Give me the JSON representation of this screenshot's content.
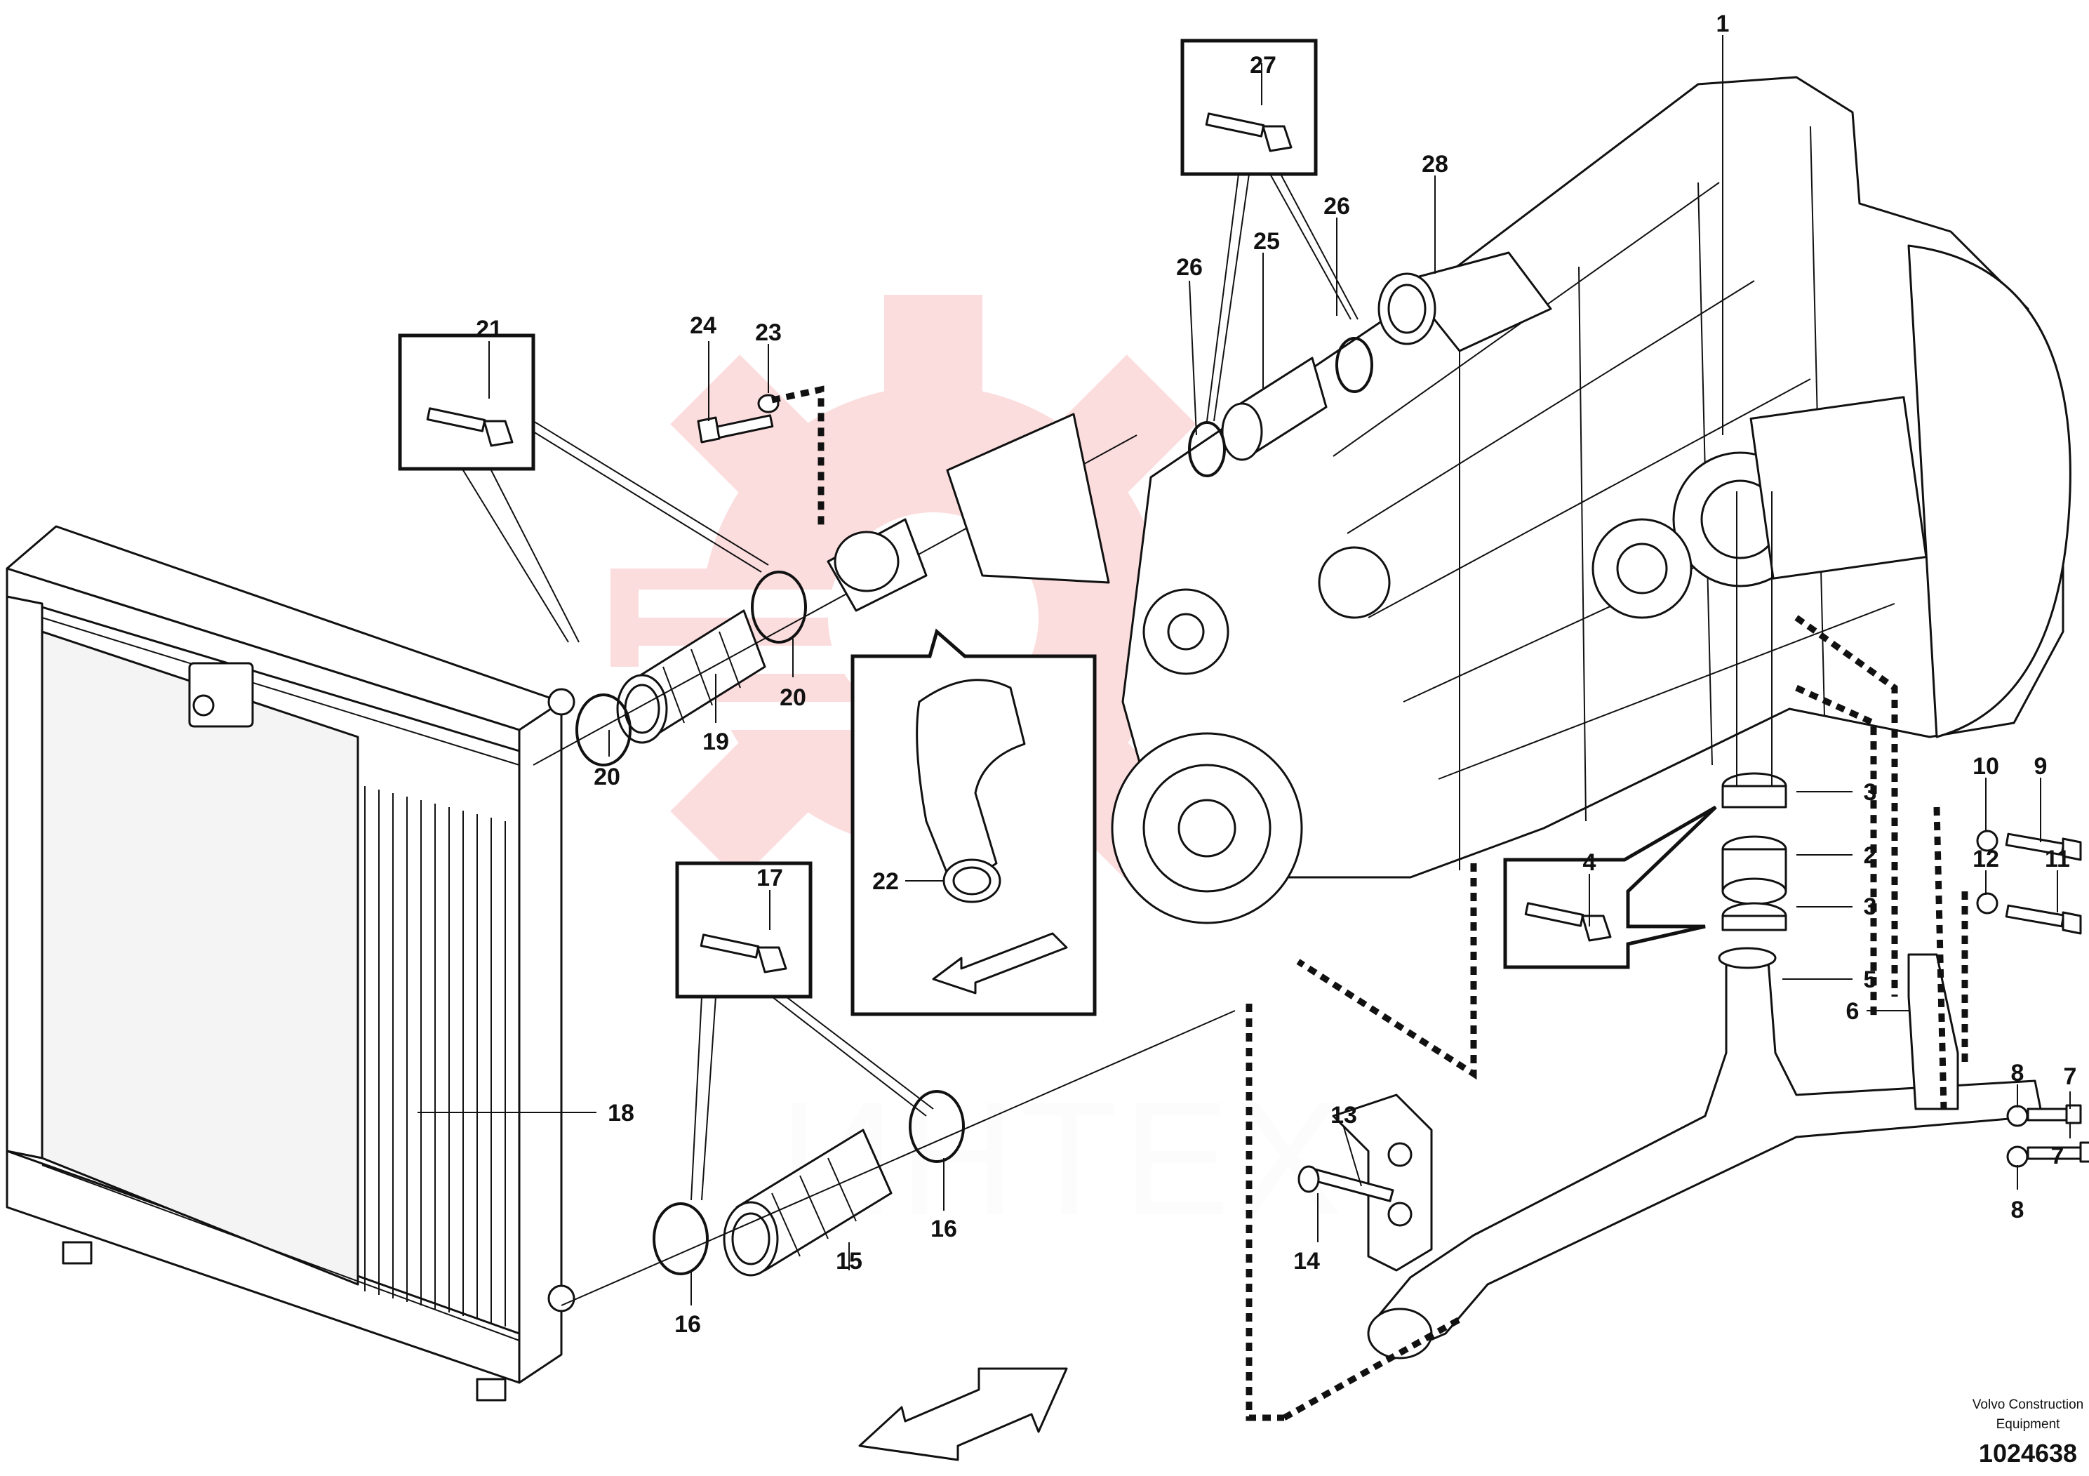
{
  "watermark": {
    "text": "ИНТЕХ",
    "logo": "gear-logo-icon",
    "color": "#e8262f"
  },
  "footer": {
    "company_line1": "Volvo Construction",
    "company_line2": "Equipment",
    "drawing_number": "1024638"
  },
  "callouts": [
    {
      "id": "c1",
      "label": "1"
    },
    {
      "id": "c2",
      "label": "2"
    },
    {
      "id": "c3a",
      "label": "3"
    },
    {
      "id": "c3b",
      "label": "3"
    },
    {
      "id": "c4",
      "label": "4"
    },
    {
      "id": "c5",
      "label": "5"
    },
    {
      "id": "c6",
      "label": "6"
    },
    {
      "id": "c7a",
      "label": "7"
    },
    {
      "id": "c7b",
      "label": "7"
    },
    {
      "id": "c8a",
      "label": "8"
    },
    {
      "id": "c8b",
      "label": "8"
    },
    {
      "id": "c9",
      "label": "9"
    },
    {
      "id": "c10",
      "label": "10"
    },
    {
      "id": "c11",
      "label": "11"
    },
    {
      "id": "c12",
      "label": "12"
    },
    {
      "id": "c13",
      "label": "13"
    },
    {
      "id": "c14",
      "label": "14"
    },
    {
      "id": "c15",
      "label": "15"
    },
    {
      "id": "c16a",
      "label": "16"
    },
    {
      "id": "c16b",
      "label": "16"
    },
    {
      "id": "c17",
      "label": "17"
    },
    {
      "id": "c18",
      "label": "18"
    },
    {
      "id": "c19",
      "label": "19"
    },
    {
      "id": "c20a",
      "label": "20"
    },
    {
      "id": "c20b",
      "label": "20"
    },
    {
      "id": "c21",
      "label": "21"
    },
    {
      "id": "c22",
      "label": "22"
    },
    {
      "id": "c23",
      "label": "23"
    },
    {
      "id": "c24",
      "label": "24"
    },
    {
      "id": "c25",
      "label": "25"
    },
    {
      "id": "c26a",
      "label": "26"
    },
    {
      "id": "c26b",
      "label": "26"
    },
    {
      "id": "c27",
      "label": "27"
    },
    {
      "id": "c28",
      "label": "28"
    }
  ]
}
